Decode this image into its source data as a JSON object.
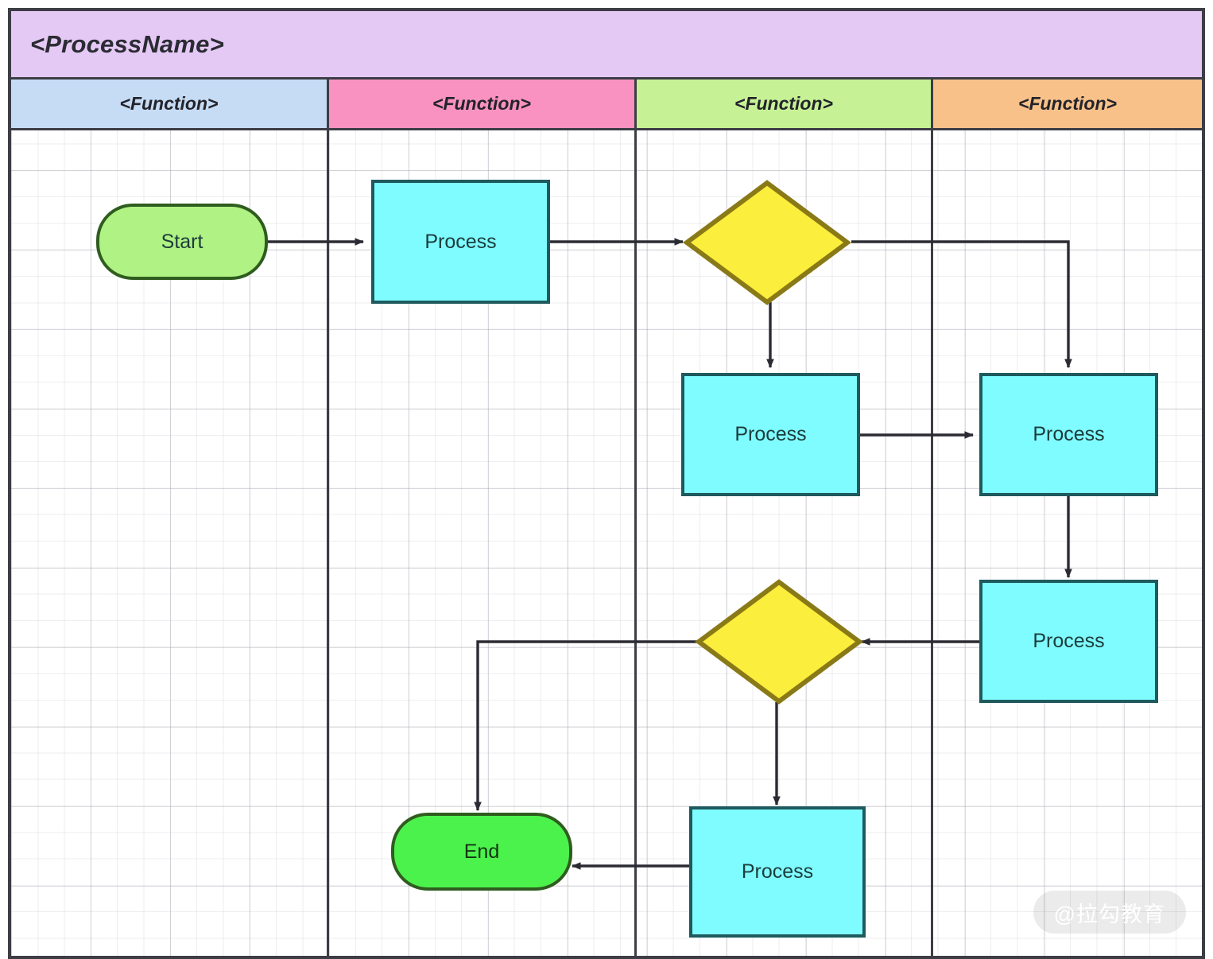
{
  "diagram": {
    "type": "swimlane-flowchart",
    "pool_title": "<ProcessName>",
    "lanes": [
      {
        "label": "<Function>",
        "color": "#c6dcf5"
      },
      {
        "label": "<Function>",
        "color": "#f992c0"
      },
      {
        "label": "<Function>",
        "color": "#c6f295"
      },
      {
        "label": "<Function>",
        "color": "#f7c189"
      }
    ],
    "pool_color": "#e4c9f5",
    "border_color": "#3d3d46",
    "nodes": [
      {
        "id": "start",
        "label": "Start",
        "shape": "terminator",
        "lane": 0,
        "fill": "#b0f283",
        "stroke": "#2f5d1f"
      },
      {
        "id": "process1",
        "label": "Process",
        "shape": "rectangle",
        "lane": 1,
        "fill": "#7ffcff",
        "stroke": "#1e5a5e"
      },
      {
        "id": "decision1",
        "label": "",
        "shape": "diamond",
        "lane": 2,
        "fill": "#fbee3c",
        "stroke": "#8a7a17"
      },
      {
        "id": "process2",
        "label": "Process",
        "shape": "rectangle",
        "lane": 2,
        "fill": "#7ffcff",
        "stroke": "#1e5a5e"
      },
      {
        "id": "process3",
        "label": "Process",
        "shape": "rectangle",
        "lane": 3,
        "fill": "#7ffcff",
        "stroke": "#1e5a5e"
      },
      {
        "id": "process4",
        "label": "Process",
        "shape": "rectangle",
        "lane": 3,
        "fill": "#7ffcff",
        "stroke": "#1e5a5e"
      },
      {
        "id": "decision2",
        "label": "",
        "shape": "diamond",
        "lane": 2,
        "fill": "#fbee3c",
        "stroke": "#8a7a17"
      },
      {
        "id": "process5",
        "label": "Process",
        "shape": "rectangle",
        "lane": 2,
        "fill": "#7ffcff",
        "stroke": "#1e5a5e"
      },
      {
        "id": "end",
        "label": "End",
        "shape": "terminator",
        "lane": 1,
        "fill": "#4cf24c",
        "stroke": "#2f5d1f"
      }
    ],
    "edges": [
      {
        "from": "start",
        "to": "process1",
        "style": "straight-right"
      },
      {
        "from": "process1",
        "to": "decision1",
        "style": "straight-right"
      },
      {
        "from": "decision1",
        "to": "process2",
        "style": "straight-down"
      },
      {
        "from": "decision1",
        "to": "process3",
        "style": "elbow-right-down"
      },
      {
        "from": "process2",
        "to": "process3",
        "style": "straight-right"
      },
      {
        "from": "process3",
        "to": "process4",
        "style": "straight-down"
      },
      {
        "from": "process4",
        "to": "decision2",
        "style": "straight-left"
      },
      {
        "from": "decision2",
        "to": "process5",
        "style": "straight-down"
      },
      {
        "from": "decision2",
        "to": "end",
        "style": "elbow-left-down"
      },
      {
        "from": "process5",
        "to": "end",
        "style": "straight-left"
      }
    ],
    "watermark": "@拉勾教育"
  }
}
